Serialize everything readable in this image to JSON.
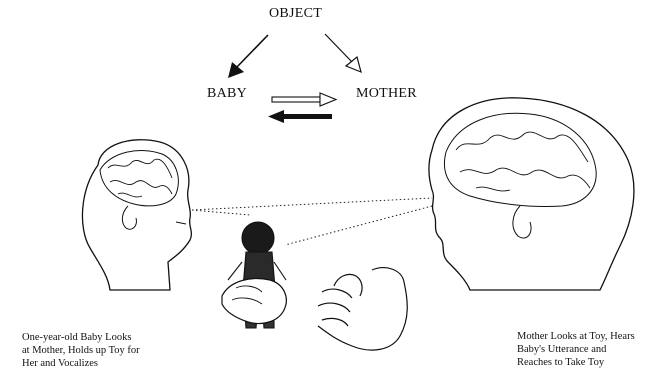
{
  "nodes": {
    "object": "OBJECT",
    "baby": "BABY",
    "mother": "MOTHER"
  },
  "captions": {
    "baby": [
      "One-year-old Baby Looks",
      "at Mother, Holds up Toy for",
      "Her and Vocalizes"
    ],
    "mother": [
      "Mother Looks at Toy, Hears",
      "Baby's Utterance and",
      "Reaches to Take Toy"
    ]
  },
  "colors": {
    "ink": "#111111",
    "paper": "#ffffff"
  }
}
